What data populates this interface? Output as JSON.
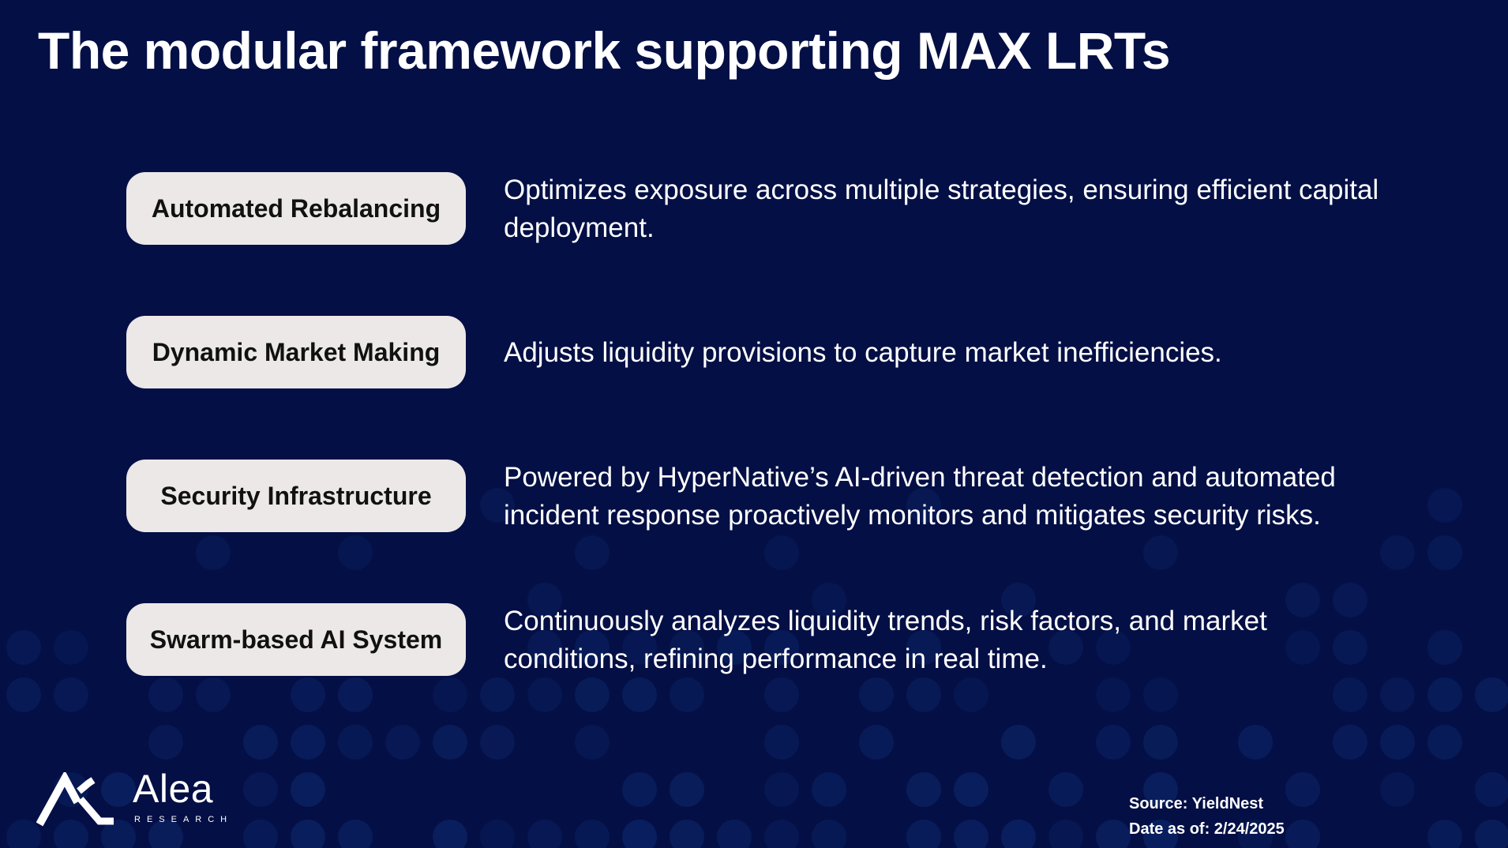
{
  "title": "The modular framework supporting MAX LRTs",
  "components": [
    {
      "label": "Automated Rebalancing",
      "description": "Optimizes exposure across multiple strategies, ensuring efficient capital deployment."
    },
    {
      "label": "Dynamic Market Making",
      "description": "Adjusts liquidity provisions to capture market inefficiencies."
    },
    {
      "label": "Security Infrastructure",
      "description": "Powered by HyperNative’s AI-driven threat detection and automated incident response proactively monitors and mitigates security risks."
    },
    {
      "label": "Swarm-based AI System",
      "description": "Continuously analyzes liquidity trends, risk factors, and market conditions, refining performance in real time."
    }
  ],
  "logo": {
    "name": "Alea",
    "subtitle": "RESEARCH",
    "icon": "alea-logo-icon"
  },
  "source": {
    "line1": "Source: YieldNest",
    "line2": "Date as of: 2/24/2025"
  },
  "colors": {
    "background": "#040f45",
    "pill": "#ece8e8",
    "dots": "#0b2466",
    "text": "#ffffff"
  }
}
